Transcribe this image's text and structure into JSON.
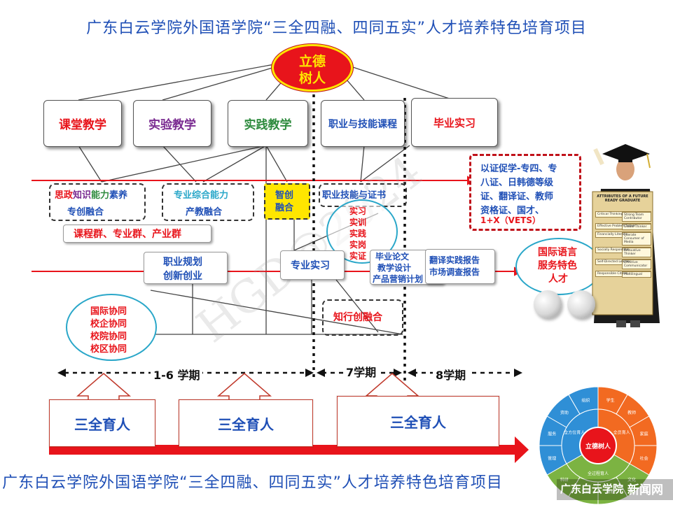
{
  "title_top": "广东白云学院外国语学院“三全四融、四同五实”人才培养特色培育项目",
  "title_bottom": "广东白云学院外国语学院“三全四融、四同五实”人才培养特色培育项目",
  "root": {
    "line1": "立德",
    "line2": "树人"
  },
  "top_boxes": [
    {
      "label": "课堂教学",
      "color": "#e8141b"
    },
    {
      "label": "实验教学",
      "color": "#7a2b91"
    },
    {
      "label": "实践教学",
      "color": "#2e8b3e"
    },
    {
      "label": "职业与技能课程",
      "color": "#1f4fb6"
    },
    {
      "label": "毕业实习",
      "color": "#e8141b"
    }
  ],
  "fusion": {
    "f1_part1": "思政",
    "f1_part2": "知识",
    "f1_part3": "能力",
    "f1_part4": "素养",
    "f1_sub": "专创融合",
    "f2_line1": "专业综合能力",
    "f2_sub": "产教融合",
    "f3_line1": "智创",
    "f3_line2": "融合",
    "f4_line1": "职业技能与证书"
  },
  "shixun": [
    "实习",
    "实训",
    "实践",
    "实岗",
    "实证"
  ],
  "curriculum": "课程群、专业群、产业群",
  "career": {
    "line1": "职业规划",
    "line2": "创新创业"
  },
  "internship": "专业实习",
  "graduation": {
    "line1": "毕业论文",
    "line2": "教学设计",
    "line3": "产品营销计划"
  },
  "reports": {
    "line1": "翻译实践报告",
    "line2": "市场调查报告"
  },
  "knowledge": "知行创融合",
  "certificates": {
    "line1": "以证促学-专四、专",
    "line2": "八证、日韩德等级",
    "line3": "证、翻译证、教师",
    "line4": "资格证、国才、",
    "line5": "1+X（VETS）"
  },
  "talent": {
    "line1": "国际语言",
    "line2": "服务特色",
    "line3": "人才"
  },
  "collab": [
    "国际协同",
    "校企协同",
    "校院协同",
    "校区协同"
  ],
  "periods": {
    "p1": "1-6 学期",
    "p2": "7学期",
    "p3": "8学期"
  },
  "sanquan": [
    "三全育人",
    "三全育人",
    "三全育人"
  ],
  "watermark": "HGD@2024",
  "wheel": {
    "center": "立德树人",
    "inner": [
      "全员育人",
      "全过程育人",
      "全方位育人"
    ],
    "outer": [
      "学生",
      "教师",
      "家庭",
      "社会",
      "文化",
      "课程",
      "实践",
      "科研",
      "管理",
      "服务",
      "资助",
      "组织"
    ]
  },
  "graduate_poster": {
    "heading": "ATTRIBUTES OF A FUTURE READY GRADUATE",
    "items": [
      "Critical Thinking",
      "Strong Team Contributor",
      "Effective Problem Solver",
      "Global Thinker",
      "Financially Literate",
      "Literate Consumer of Media",
      "Socially Responsible",
      "Innovative Thinker",
      "Self-Directed Learner",
      "Effective Communicator",
      "Responsible Citizen",
      "Multilingual"
    ]
  },
  "logo": {
    "text1": "广东白云学院",
    "text2": "新闻网"
  },
  "colors": {
    "red": "#e8141b",
    "blue": "#1f4fb6",
    "green": "#2e8b3e",
    "purple": "#7a2b91",
    "dark_red": "#c0121a",
    "yellow": "#ffe600",
    "teal": "#2aa7c9"
  }
}
